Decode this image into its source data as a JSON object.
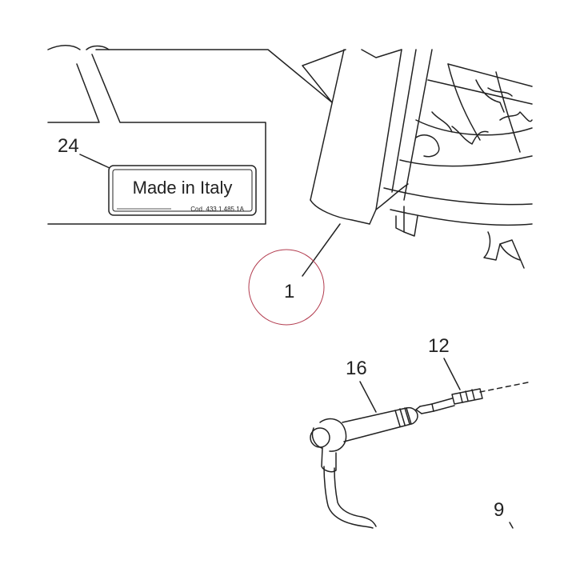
{
  "callouts": {
    "c24": "24",
    "c1": "1",
    "c12": "12",
    "c16": "16",
    "c9": "9"
  },
  "decal": {
    "text": "Made in Italy",
    "code": "Cod. 433.1.485.1A"
  },
  "colors": {
    "line": "#222222",
    "highlight_circle": "#b23b4e",
    "background": "#ffffff"
  }
}
